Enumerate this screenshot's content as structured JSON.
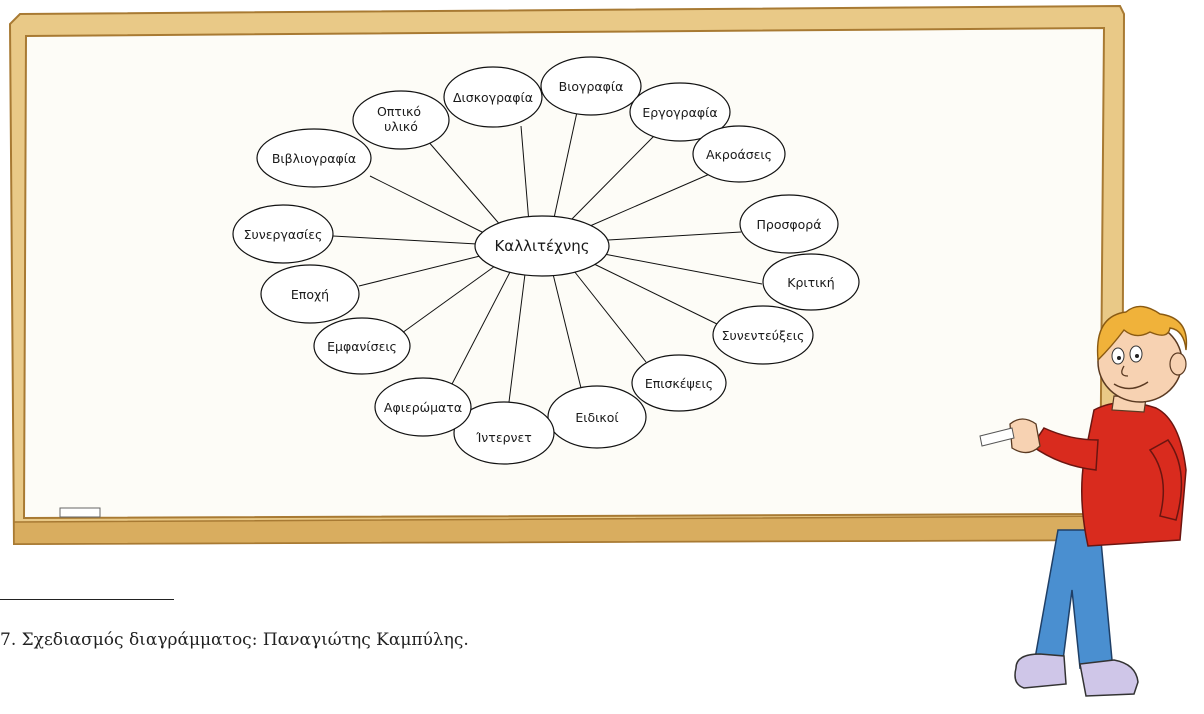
{
  "diagram": {
    "center": "Καλλιτέχνης",
    "nodes": [
      {
        "id": "diskografia",
        "lines": [
          "Δισκογραφία"
        ]
      },
      {
        "id": "viografia",
        "lines": [
          "Βιογραφία"
        ]
      },
      {
        "id": "ergografia",
        "lines": [
          "Εργογραφία"
        ]
      },
      {
        "id": "akroaseis",
        "lines": [
          "Ακροάσεις"
        ]
      },
      {
        "id": "prosfora",
        "lines": [
          "Προσφορά"
        ]
      },
      {
        "id": "kritiki",
        "lines": [
          "Κριτική"
        ]
      },
      {
        "id": "synenteuxeis",
        "lines": [
          "Συνεντεύξεις"
        ]
      },
      {
        "id": "episkepseis",
        "lines": [
          "Επισκέψεις"
        ]
      },
      {
        "id": "eidikoi",
        "lines": [
          "Ειδικοί"
        ]
      },
      {
        "id": "internet",
        "lines": [
          "Ίντερνετ"
        ]
      },
      {
        "id": "afieromata",
        "lines": [
          "Αφιερώματα"
        ]
      },
      {
        "id": "emfaniseis",
        "lines": [
          "Εμφανίσεις"
        ]
      },
      {
        "id": "epoxi",
        "lines": [
          "Εποχή"
        ]
      },
      {
        "id": "synergasies",
        "lines": [
          "Συνεργασίες"
        ]
      },
      {
        "id": "vivliografia",
        "lines": [
          "Βιβλιογραφία"
        ]
      },
      {
        "id": "optiko-yliko",
        "lines": [
          "Οπτικό",
          "υλικό"
        ]
      }
    ]
  },
  "footnote": "7. Σχεδιασμός διαγράμματος: Παναγιώτης Καμπύλης.",
  "colors": {
    "frame": "#e6c27e",
    "frame_dark": "#b98a3c",
    "sweater": "#d92b1e",
    "jeans": "#4a8fd0",
    "hair": "#f0b23a"
  }
}
